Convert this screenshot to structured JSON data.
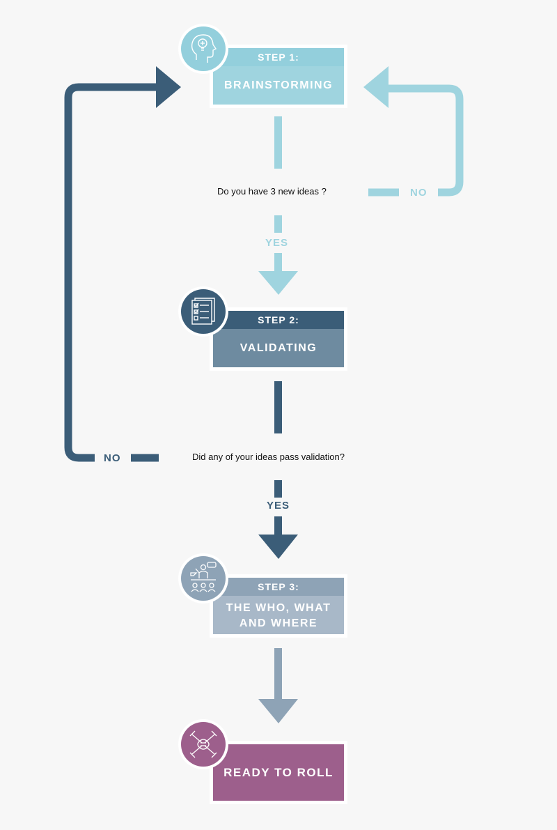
{
  "colors": {
    "step1": "#9fd4df",
    "step1_header": "#93cfdc",
    "step2": "#6e8ba0",
    "step2_header": "#3b5d78",
    "step3": "#a8b8c8",
    "step3_header": "#8ea3b6",
    "final": "#9d5f8c",
    "dark_arrow": "#3b5d78",
    "light_arrow": "#9fd4df",
    "gray_arrow": "#8ea3b6"
  },
  "steps": [
    {
      "header": "STEP 1:",
      "title": "BRAINSTORMING",
      "icon": "head-lightbulb-icon"
    },
    {
      "header": "STEP 2:",
      "title": "VALIDATING",
      "icon": "checklist-icon"
    },
    {
      "header": "STEP 3:",
      "title_line1": "THE WHO, WHAT",
      "title_line2": "AND WHERE",
      "icon": "people-meeting-icon"
    }
  ],
  "final": {
    "title": "READY TO ROLL",
    "icon": "joined-hands-icon"
  },
  "questions": {
    "q1": "Do you have 3 new ideas ?",
    "q2": "Did any of your ideas pass validation?"
  },
  "labels": {
    "yes1": "YES",
    "no1": "NO",
    "yes2": "YES",
    "no2": "NO"
  }
}
